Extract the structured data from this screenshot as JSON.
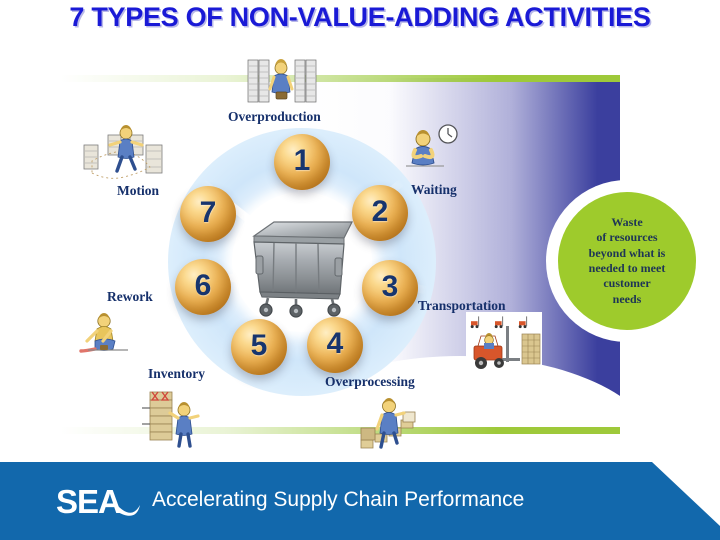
{
  "slide": {
    "title": "7 TYPES OF NON-VALUE-ADDING ACTIVITIES",
    "title_color": "#1a1ad6",
    "background_color": "#ffffff",
    "accent_green": "#9ecb2c",
    "accent_blue": "#3b3f9e",
    "footer_blue": "#1268ac",
    "sphere_gold": "#edb457",
    "number_navy": "#17356e"
  },
  "wheel": {
    "center_icon": "waste-container-icon",
    "center_caption": "",
    "spokes": [
      {
        "number": "1",
        "label": "Overproduction",
        "icon": "stacked-shelves-worker-icon"
      },
      {
        "number": "2",
        "label": "Waiting",
        "icon": "worker-clock-icon"
      },
      {
        "number": "3",
        "label": "Transportation",
        "icon": "forklift-pallets-icon"
      },
      {
        "number": "4",
        "label": "Overprocessing",
        "icon": "worker-conveyor-boxes-icon"
      },
      {
        "number": "5",
        "label": "Inventory",
        "icon": "stacked-boxes-worker-icon"
      },
      {
        "number": "6",
        "label": "Rework",
        "icon": "worker-repair-icon"
      },
      {
        "number": "7",
        "label": "Motion",
        "icon": "worker-walking-cabinets-icon"
      }
    ]
  },
  "callout": {
    "name": "waste-definition-callout",
    "lines": [
      "Waste",
      "of resources",
      "beyond what is",
      "needed to meet",
      "customer",
      "needs"
    ],
    "fill_color": "#9ecb2c"
  },
  "footer": {
    "logo_text": "SEA",
    "tagline": "Accelerating Supply Chain Performance"
  }
}
